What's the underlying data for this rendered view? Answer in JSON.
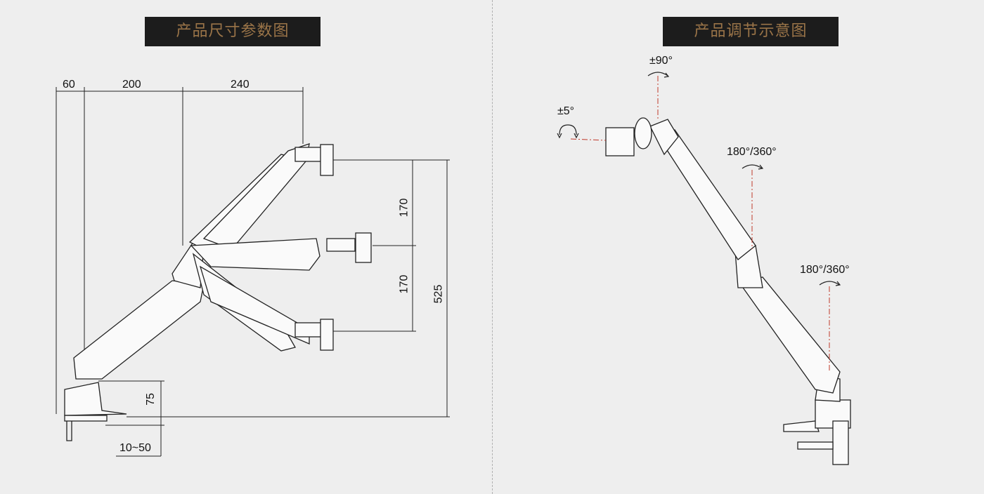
{
  "left_panel": {
    "title": "产品尺寸参数图",
    "dimensions": {
      "d60": "60",
      "d200": "200",
      "d240": "240",
      "d170_top": "170",
      "d170_bottom": "170",
      "d525": "525",
      "d75": "75",
      "clamp_range": "10~50"
    }
  },
  "right_panel": {
    "title": "产品调节示意图",
    "angles": {
      "rotate": "±90°",
      "tilt": "±5°",
      "swivel_upper": "180°/360°",
      "swivel_lower": "180°/360°"
    }
  },
  "colors": {
    "header_bg": "#1c1c1c",
    "header_text": "#9a7448",
    "axis_line": "#c0392b"
  }
}
